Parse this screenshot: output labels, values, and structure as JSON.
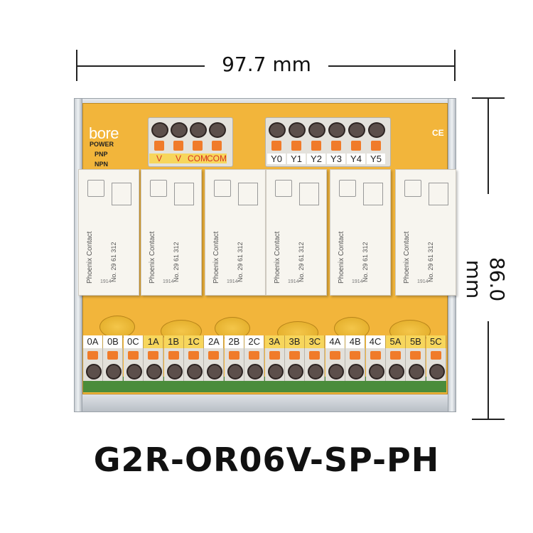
{
  "dimensions": {
    "width_label": "97.7 mm",
    "height_label": "86.0 mm"
  },
  "product": {
    "model": "G2R-OR06V-SP-PH",
    "brand": "bore",
    "cert": "CE"
  },
  "indicators": [
    "POWER",
    "PNP",
    "NPN"
  ],
  "top_terminals_power": [
    "V",
    "V",
    "COM",
    "COM"
  ],
  "top_terminals_outputs": [
    "Y0",
    "Y1",
    "Y2",
    "Y3",
    "Y4",
    "Y5"
  ],
  "relay": {
    "brand": "Phoenix Contact",
    "model": "No. 29 61 312",
    "date_code": "1914"
  },
  "bottom_terminals": [
    "0A",
    "0B",
    "0C",
    "1A",
    "1B",
    "1C",
    "2A",
    "2B",
    "2C",
    "3A",
    "3B",
    "3C",
    "4A",
    "4B",
    "4C",
    "5A",
    "5B",
    "5C"
  ],
  "colors": {
    "board": "#f2b53b",
    "lever": "#f07b2a",
    "label_yellow": "#f7d65c",
    "label_white": "#ffffff"
  }
}
